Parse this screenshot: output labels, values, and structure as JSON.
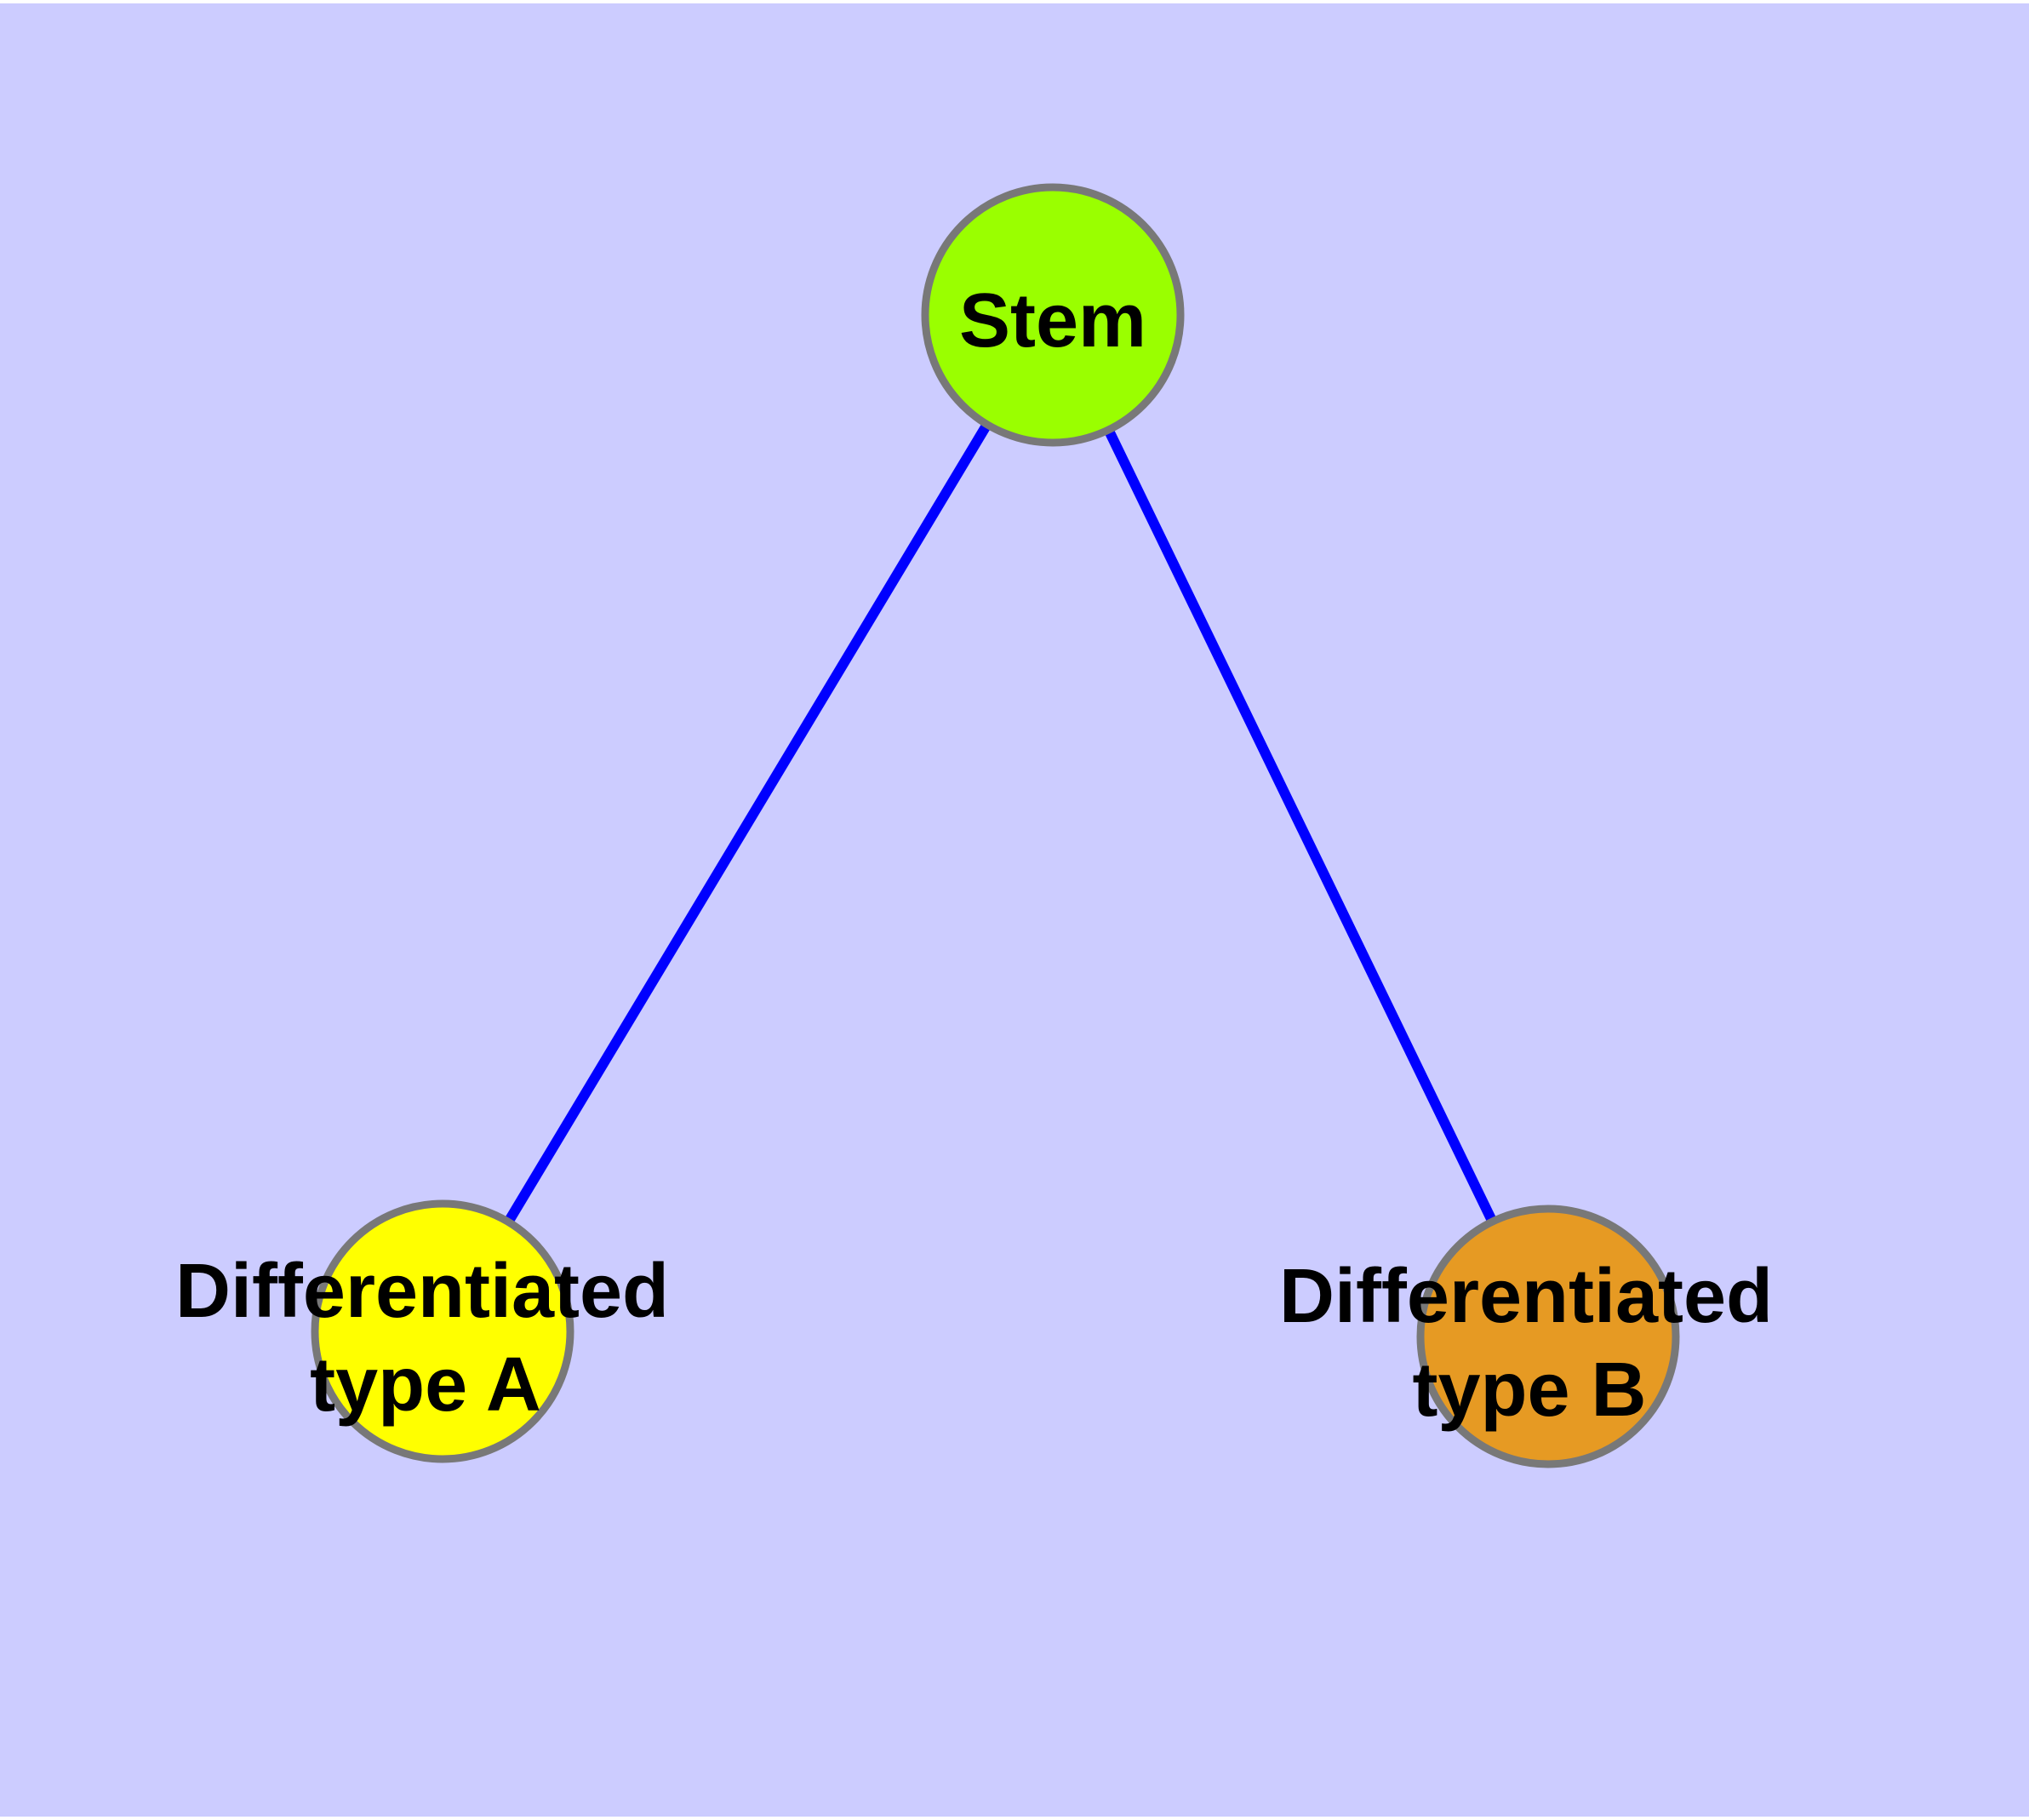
{
  "diagram": {
    "background_color": "#ccccff",
    "frame_color": "#ffffff",
    "edge_color": "#0000ff",
    "node_border_color": "#787878",
    "text_color": "#000000",
    "nodes": {
      "stem": {
        "label": "Stem",
        "fill_color": "#9aff00"
      },
      "type_a": {
        "label_line1": "Differentiated",
        "label_line2": "type A",
        "fill_color": "#ffff00"
      },
      "type_b": {
        "label_line1": "Differentiated",
        "label_line2": "type B",
        "fill_color": "#e69a23"
      }
    },
    "edges": [
      {
        "from": "Stem",
        "to": "Differentiated type A"
      },
      {
        "from": "Stem",
        "to": "Differentiated type B"
      }
    ]
  }
}
